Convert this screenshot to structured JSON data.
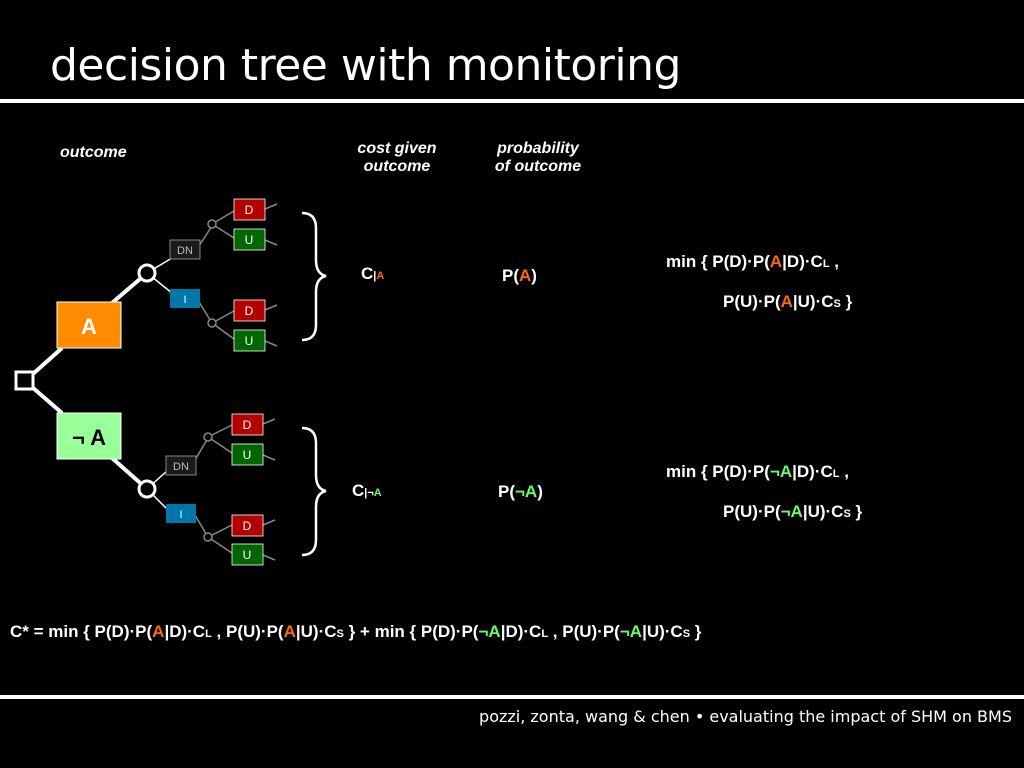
{
  "title": "decision tree with monitoring",
  "headers": {
    "outcome": "outcome",
    "cost_line1": "cost given",
    "cost_line2": "outcome",
    "prob_line1": "probability",
    "prob_line2": "of outcome"
  },
  "tree": {
    "branch_a": "A",
    "branch_nota": "¬ A",
    "dn": "DN",
    "i": "I",
    "d": "D",
    "u": "U"
  },
  "costs": {
    "a_main": "C",
    "a_sub_bar": "|",
    "a_sub": "A",
    "nota_main": "C",
    "nota_sub_bar": "|¬",
    "nota_sub": "A"
  },
  "probs": {
    "a_open": "P(",
    "a_var": "A",
    "a_close": ")",
    "nota_open": "P(",
    "nota_var": "¬A",
    "nota_close": ")"
  },
  "formulas": {
    "a_line1": [
      "min { P(D)·P(",
      "A",
      "|D)·C",
      "L",
      " ,"
    ],
    "a_line2": [
      "P(U)·P(",
      "A",
      "|U)·C",
      "S",
      " }"
    ],
    "nota_line1": [
      "min { P(D)·P(",
      "¬A",
      "|D)·C",
      "L",
      " ,"
    ],
    "nota_line2": [
      "P(U)·P(",
      "¬A",
      "|U)·C",
      "S",
      " }"
    ],
    "total": [
      "C* = min { P(D)·P(",
      "A",
      "|D)·C",
      "L",
      " , P(U)·P(",
      "A",
      "|U)·C",
      "S",
      " } + min { P(D)·P(",
      "¬A",
      "|D)·C",
      "L",
      " , P(U)·P(",
      "¬A",
      "|U)·C",
      "S",
      " }"
    ]
  },
  "footer": "pozzi, zonta, wang & chen  •  evaluating the impact of SHM on BMS",
  "colors": {
    "orange": "#ff8c00",
    "green_box": "#99ff99",
    "red_box": "#b30000",
    "dark_green_box": "#006600",
    "blue_box": "#0077a8",
    "dn_box": "#1a1a1a"
  }
}
